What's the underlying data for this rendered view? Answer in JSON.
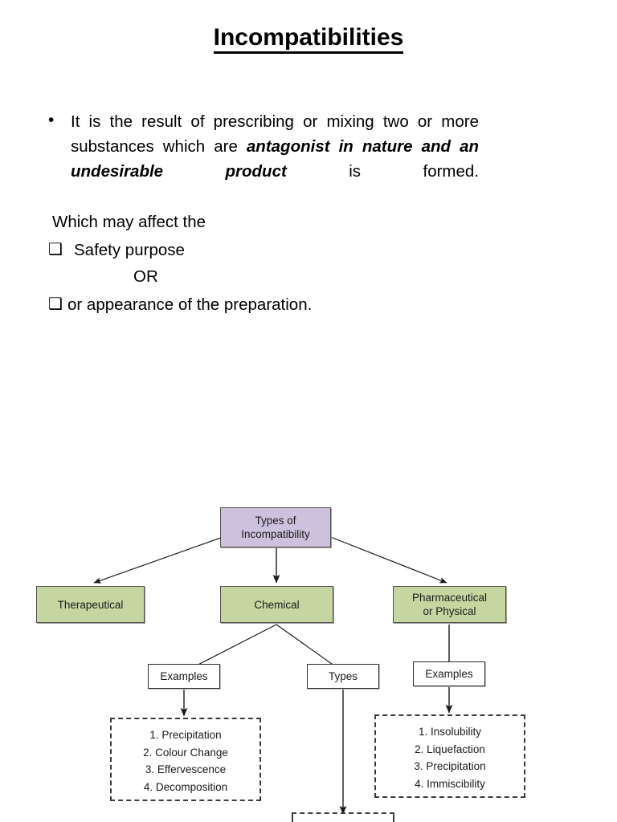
{
  "slide": {
    "title": "Incompatibilities"
  },
  "body": {
    "bullet_marker": "•",
    "checkbox_marker": "❑",
    "definition_part1": "It is the result of prescribing or mixing two or more substances which are ",
    "definition_emphasis": "antagonist in nature and an undesirable product",
    "definition_part2": " is formed.",
    "which_may_affect": "Which may affect the",
    "item_safety": "Safety purpose",
    "or_text": "OR",
    "item_appearance": "or appearance of the preparation."
  },
  "diagram": {
    "root": "Types of Incompatibility",
    "root_line1": "Types of",
    "root_line2": "Incompatibility",
    "branch_therapeutical": "Therapeutical",
    "branch_chemical": "Chemical",
    "branch_pharmaceutical_line1": "Pharmaceutical",
    "branch_pharmaceutical_line2": "or Physical",
    "chemical_examples_label": "Examples",
    "chemical_types_label": "Types",
    "pharmaceutical_examples_label": "Examples",
    "chemical_examples_list": [
      "1. Precipitation",
      "2. Colour Change",
      "3. Effervescence",
      "4. Decomposition"
    ],
    "pharmaceutical_examples_list": [
      "1. Insolubility",
      "2. Liquefaction",
      "3. Precipitation",
      "4. Immiscibility"
    ],
    "colors": {
      "root_fill": "#cdc2dd",
      "branch_fill": "#c6d6a0",
      "leaf_fill": "#ffffff",
      "stroke": "#55504f"
    }
  }
}
